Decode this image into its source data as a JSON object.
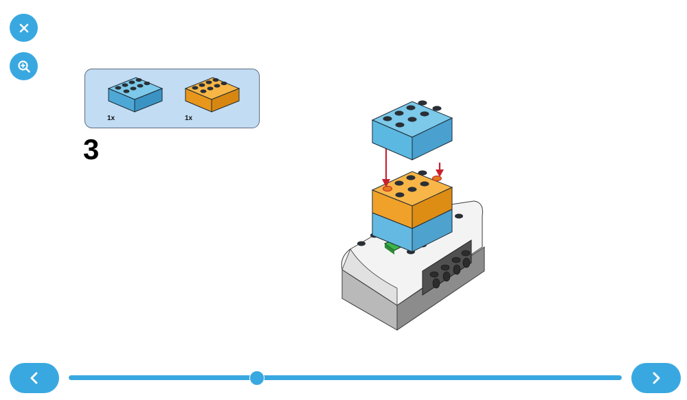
{
  "toolbar": {
    "close_icon": "close-icon",
    "zoom_icon": "zoom-in-icon"
  },
  "parts_panel": {
    "items": [
      {
        "name": "blue-brick-2x4",
        "color": "#5bb8e1",
        "quantity": "1x"
      },
      {
        "name": "orange-brick-2x4",
        "color": "#f3a429",
        "quantity": "1x"
      }
    ]
  },
  "step": {
    "number": "3"
  },
  "navigation": {
    "prev_icon": "chevron-left-icon",
    "next_icon": "chevron-right-icon",
    "progress": 0.34
  },
  "colors": {
    "accent": "#3aa8e0",
    "panel_bg": "#c1dcf3",
    "brick_blue": "#5bb8e1",
    "brick_orange": "#f3a429",
    "arrow_red": "#c8202c"
  }
}
